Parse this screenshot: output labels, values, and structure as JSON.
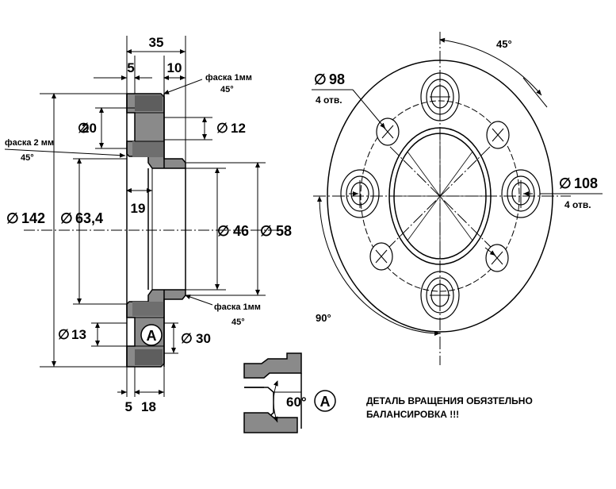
{
  "side_view": {
    "dims": {
      "width_35": "35",
      "w5_top": "5",
      "w10_top": "10",
      "d20": "20",
      "d12": "12",
      "d142": "142",
      "d63": "63,4",
      "l19": "19",
      "d46": "46",
      "d58": "58",
      "d13": "13",
      "d30": "30",
      "w5_bot": "5",
      "w18_bot": "18",
      "callout_a": "A",
      "diam": "∅"
    },
    "notes": {
      "chamfer_1mm_top": "фаска 1мм",
      "chamfer_1mm_top_angle": "45°",
      "chamfer_2mm": "фаска 2 мм",
      "chamfer_2mm_angle": "45°",
      "chamfer_1mm_bot": "фаска 1мм",
      "chamfer_1mm_bot_angle": "45°"
    }
  },
  "detail_a": {
    "angle": "60°",
    "label": "A"
  },
  "front_view": {
    "d98": "98",
    "holes_98": "4 отв.",
    "d108": "108",
    "holes_108": "4 отв.",
    "angle_45": "45°",
    "angle_90": "90°"
  },
  "remark": {
    "line1": "ДЕТАЛЬ ВРАЩЕНИЯ ОБЯЗТЕЛЬНО",
    "line2": "БАЛАНСИРОВКА !!!"
  }
}
